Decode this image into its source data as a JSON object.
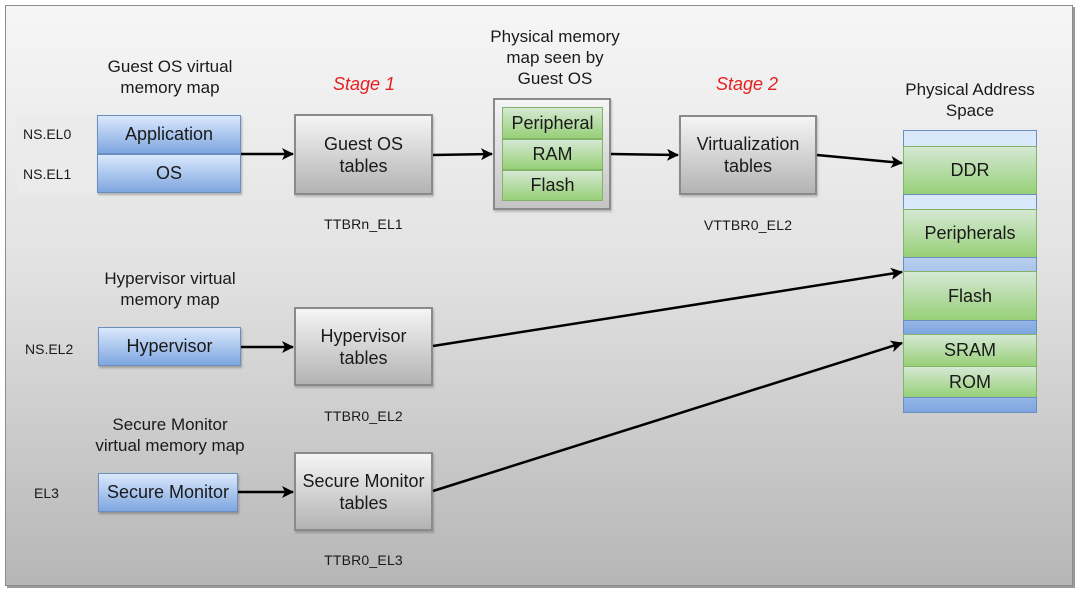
{
  "diagram": {
    "title": "Two-stage address translation",
    "stages": {
      "stage1": "Stage 1",
      "stage2": "Stage 2"
    },
    "captions": {
      "guest_vmap": "Guest OS virtual memory map",
      "guest_vmap_line1": "Guest OS virtual",
      "guest_vmap_line2": "memory map",
      "phys_map_line1": "Physical memory",
      "phys_map_line2": "map seen by",
      "phys_map_line3": "Guest OS",
      "pas_line1": "Physical Address",
      "pas_line2": "Space",
      "hyp_vmap_line1": "Hypervisor virtual",
      "hyp_vmap_line2": "memory map",
      "sm_vmap_line1": "Secure Monitor",
      "sm_vmap_line2": "virtual memory map"
    },
    "exception_levels": {
      "ns_el0": "NS.EL0",
      "ns_el1": "NS.EL1",
      "ns_el2": "NS.EL2",
      "el3": "EL3"
    },
    "virtual_maps": {
      "application": "Application",
      "os": "OS",
      "hypervisor": "Hypervisor",
      "secure_monitor": "Secure Monitor"
    },
    "tables": {
      "guest_os": {
        "line1": "Guest OS",
        "line2": "tables",
        "register": "TTBRn_EL1"
      },
      "virtualization": {
        "line1": "Virtualization",
        "line2": "tables",
        "register": "VTTBR0_EL2"
      },
      "hypervisor": {
        "line1": "Hypervisor",
        "line2": "tables",
        "register": "TTBR0_EL2"
      },
      "secure_monitor": {
        "line1": "Secure Monitor",
        "line2": "tables",
        "register": "TTBR0_EL3"
      }
    },
    "guest_physical_map": [
      "Peripheral",
      "RAM",
      "Flash"
    ],
    "physical_address_space": [
      "DDR",
      "Peripherals",
      "Flash",
      "SRAM",
      "ROM"
    ],
    "colors": {
      "stage_label": "#e62020",
      "virtual_box_top": "#dae8fc",
      "virtual_box_bottom": "#7ea6e0",
      "memory_region_top": "#d5e8d4",
      "memory_region_bottom": "#97d077",
      "table_box_top": "#f5f5f5",
      "table_box_bottom": "#b3b3b3"
    },
    "connections": [
      {
        "from": "Application/OS",
        "to": "Guest OS tables"
      },
      {
        "from": "Guest OS tables",
        "to": "Physical memory map seen by Guest OS"
      },
      {
        "from": "Physical memory map seen by Guest OS",
        "to": "Virtualization tables"
      },
      {
        "from": "Virtualization tables",
        "to": "DDR"
      },
      {
        "from": "Hypervisor",
        "to": "Hypervisor tables"
      },
      {
        "from": "Hypervisor tables",
        "to": "Flash"
      },
      {
        "from": "Secure Monitor",
        "to": "Secure Monitor tables"
      },
      {
        "from": "Secure Monitor tables",
        "to": "SRAM"
      }
    ]
  }
}
